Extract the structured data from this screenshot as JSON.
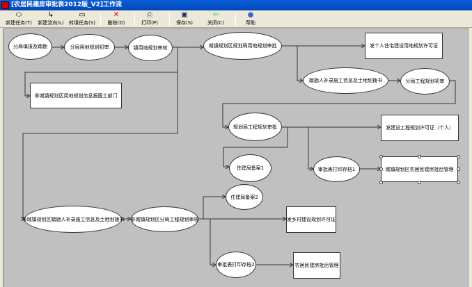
{
  "window": {
    "title": "[农居民建房审批表2012版_V2]工作流"
  },
  "toolbar": [
    {
      "label": "新建任务(T)",
      "icon": "ellipse-icon"
    },
    {
      "label": "新建流向(L)",
      "icon": "flow-icon"
    },
    {
      "label": "转填任务(S)",
      "icon": "rect-icon"
    },
    {
      "label": "删除(D)",
      "icon": "delete-icon"
    },
    {
      "label": "打印(P)",
      "icon": "print-icon"
    },
    {
      "label": "保存(S)",
      "icon": "save-icon"
    },
    {
      "label": "关闭(C)",
      "icon": "close-icon"
    },
    {
      "label": "帮助",
      "icon": "help-icon"
    }
  ],
  "nodes": {
    "n1": "分局填报及踏勘",
    "n2": "分局用地规划初审",
    "n3": "镇用地规划审核",
    "n4": "城镇规划区规划局用地规划审批",
    "n5": "发个人住宅建设用地规划许可证",
    "n6": "非城镇规划区用地规划信息报国土部门",
    "n7": "踏勘人补录施工信息及土地划拨书",
    "n8": "分局工程规划初审",
    "n9": "规划局工程规划审批",
    "n10": "发建设工程规划许可证（个人）",
    "n11": "住建局备案1",
    "n12": "审批表打印存档1",
    "n13": "城镇规划区农居民建房批后管理",
    "n14": "非城镇规划区踏勘人补录施工信息及土地划拨书",
    "n15": "非城镇规划区分局工程规划审核",
    "n16": "住建局备案2",
    "n17": "发乡村建设规划许可证",
    "n18": "审批表打印存档2",
    "n19": "农居民建房批后管理"
  },
  "selected_node": "n13"
}
